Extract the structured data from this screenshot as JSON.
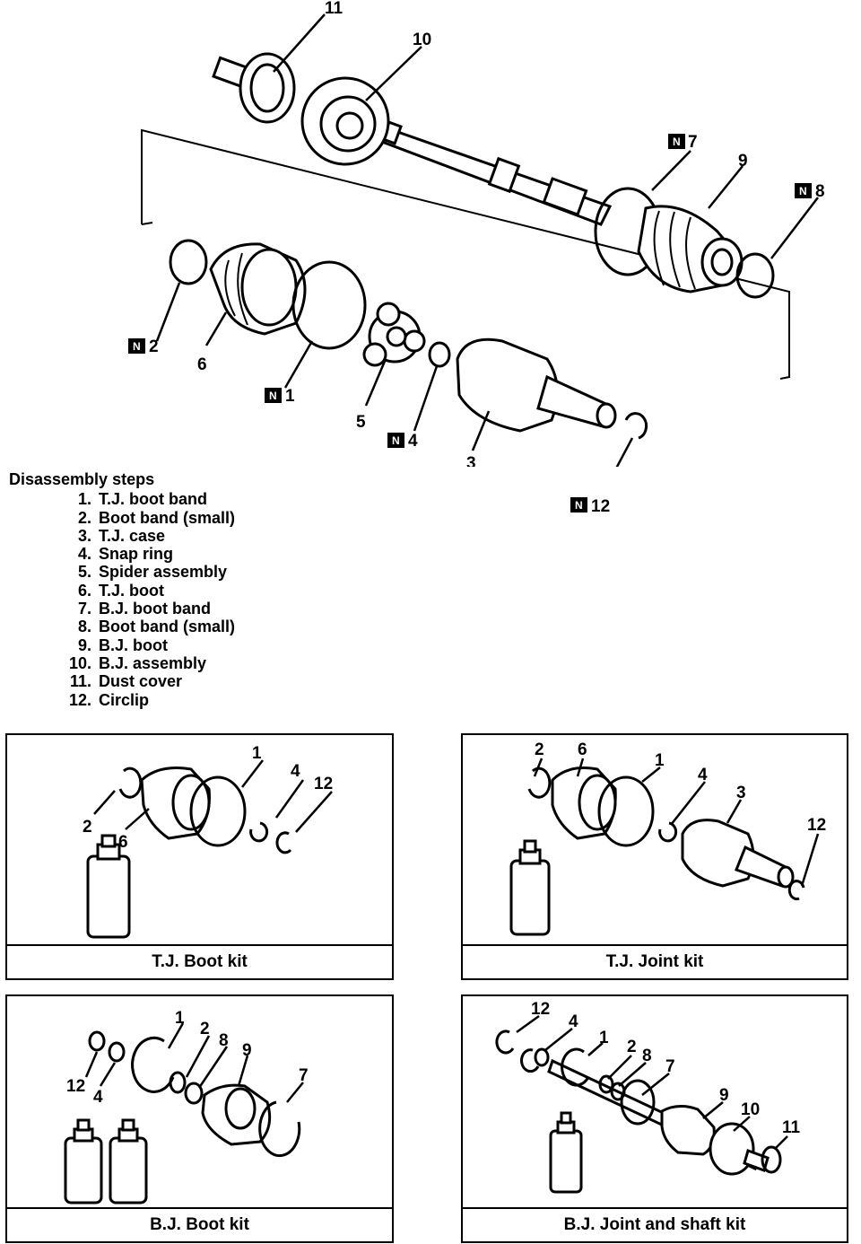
{
  "callouts": {
    "c1": "1",
    "c2": "2",
    "c3": "3",
    "c4": "4",
    "c5": "5",
    "c6": "6",
    "c7": "7",
    "c8": "8",
    "c9": "9",
    "c10": "10",
    "c11": "11",
    "c12": "12",
    "new_mark": "N"
  },
  "disassembly": {
    "title": "Disassembly steps",
    "steps": [
      {
        "num": "1.",
        "text": "T.J. boot band"
      },
      {
        "num": "2.",
        "text": "Boot band (small)"
      },
      {
        "num": "3.",
        "text": "T.J. case"
      },
      {
        "num": "4.",
        "text": "Snap ring"
      },
      {
        "num": "5.",
        "text": "Spider assembly"
      },
      {
        "num": "6.",
        "text": "T.J. boot"
      },
      {
        "num": "7.",
        "text": "B.J. boot band"
      },
      {
        "num": "8.",
        "text": "Boot band (small)"
      },
      {
        "num": "9.",
        "text": "B.J. boot"
      },
      {
        "num": "10.",
        "text": "B.J. assembly"
      },
      {
        "num": "11.",
        "text": "Dust cover"
      },
      {
        "num": "12.",
        "text": "Circlip"
      }
    ]
  },
  "kits": {
    "tj_boot": "T.J. Boot kit",
    "tj_joint": "T.J. Joint kit",
    "bj_boot": "B.J. Boot kit",
    "bj_joint_shaft": "B.J. Joint and shaft kit"
  }
}
